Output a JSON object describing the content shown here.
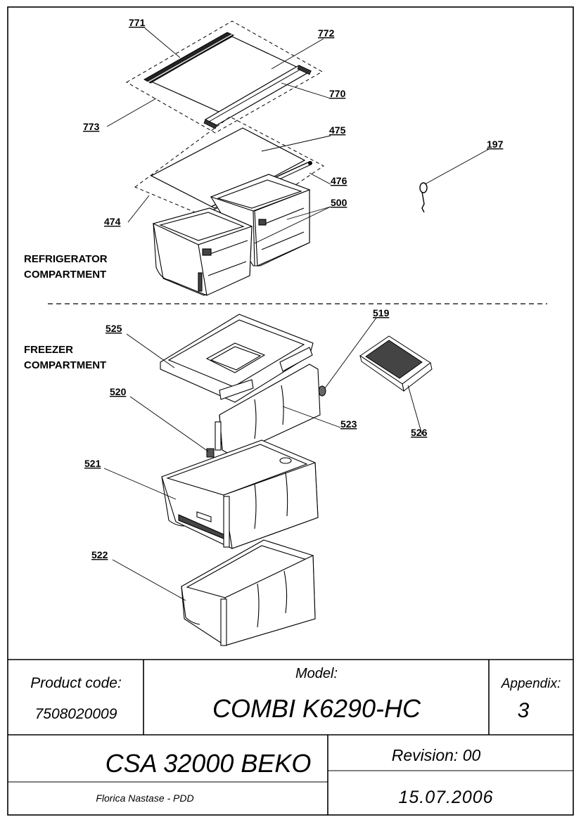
{
  "sections": {
    "refrigerator_line1": "REFRIGERATOR",
    "refrigerator_line2": "COMPARTMENT",
    "freezer_line1": "FREEZER",
    "freezer_line2": "COMPARTMENT"
  },
  "parts": [
    {
      "id": "p771",
      "label": "771"
    },
    {
      "id": "p772",
      "label": "772"
    },
    {
      "id": "p770",
      "label": "770"
    },
    {
      "id": "p773",
      "label": "773"
    },
    {
      "id": "p475",
      "label": "475"
    },
    {
      "id": "p476",
      "label": "476"
    },
    {
      "id": "p474",
      "label": "474"
    },
    {
      "id": "p500",
      "label": "500"
    },
    {
      "id": "p197",
      "label": "197"
    },
    {
      "id": "p519",
      "label": "519"
    },
    {
      "id": "p525",
      "label": "525"
    },
    {
      "id": "p526",
      "label": "526"
    },
    {
      "id": "p520",
      "label": "520"
    },
    {
      "id": "p523",
      "label": "523"
    },
    {
      "id": "p521",
      "label": "521"
    },
    {
      "id": "p522",
      "label": "522"
    }
  ],
  "title_block": {
    "product_code_label": "Product code:",
    "product_code_value": "7508020009",
    "model_label": "Model:",
    "model_value": "COMBI K6290-HC",
    "appendix_label": "Appendix:",
    "appendix_value": "3",
    "company": "CSA 32000 BEKO",
    "revision": "Revision: 00",
    "author": "Florica Nastase - PDD",
    "date": "15.07.2006"
  }
}
